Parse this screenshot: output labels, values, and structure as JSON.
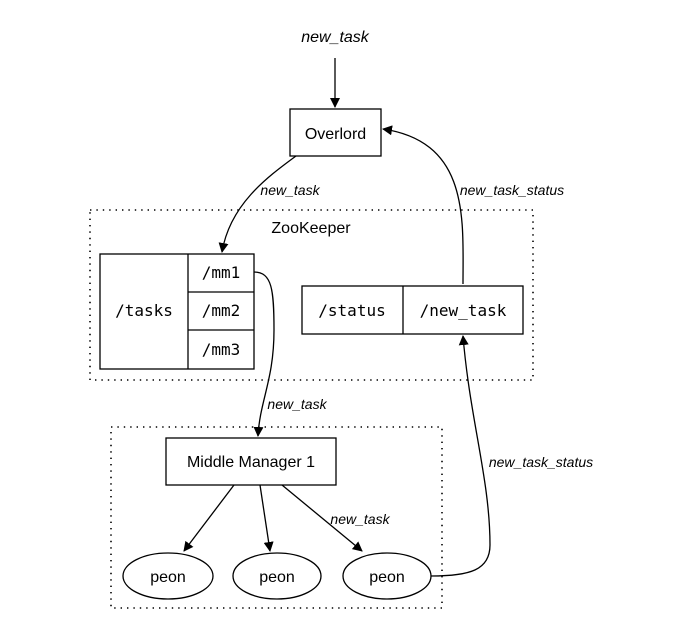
{
  "diagram": {
    "input_label": "new_task",
    "overlord": {
      "label": "Overlord"
    },
    "zookeeper": {
      "label": "ZooKeeper",
      "tasks_table": {
        "header": "/tasks",
        "rows": [
          "/mm1",
          "/mm2",
          "/mm3"
        ]
      },
      "status_table": {
        "cells": [
          "/status",
          "/new_task"
        ]
      }
    },
    "middle_manager_cluster": {
      "manager": {
        "label": "Middle Manager 1"
      },
      "peons": [
        "peon",
        "peon",
        "peon"
      ]
    },
    "edges": {
      "overlord_to_zk": "new_task",
      "zk_to_overlord": "new_task_status",
      "mm1_to_manager": "new_task",
      "manager_to_peon": "new_task",
      "peon_to_status": "new_task_status"
    },
    "colors": {
      "background": "#ffffff",
      "stroke": "#000000",
      "text": "#000000"
    }
  }
}
